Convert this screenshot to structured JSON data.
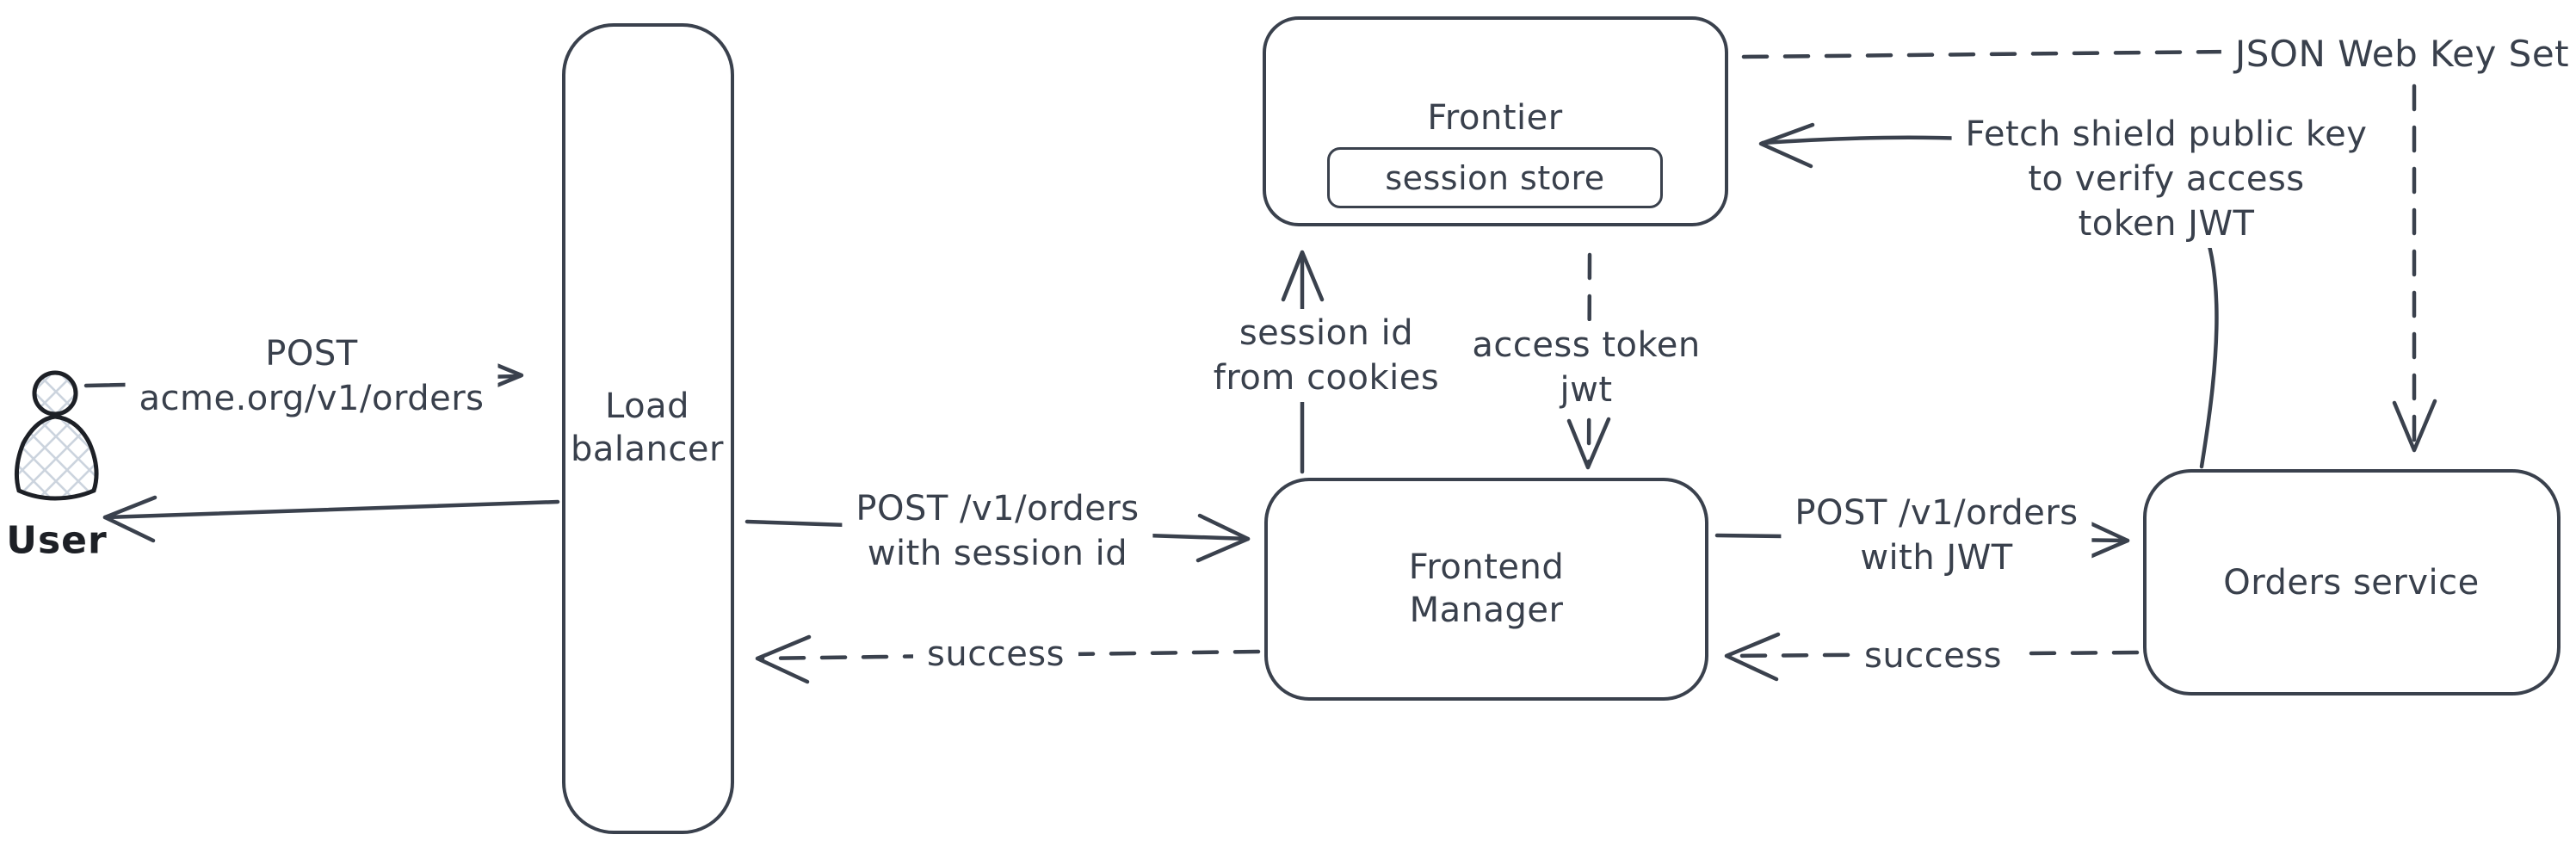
{
  "colors": {
    "stroke": "#3a414d",
    "text": "#39404c",
    "user-stroke": "#1d2026",
    "hatch": "#ccd4de",
    "label-bg": "#ffffff"
  },
  "nodes": {
    "user": {
      "label": "User"
    },
    "load_balancer": {
      "line1": "Load",
      "line2": "balancer"
    },
    "frontier": {
      "title": "Frontier",
      "store": "session store"
    },
    "frontend_manager": {
      "line1": "Frontend",
      "line2": "Manager"
    },
    "orders_service": {
      "label": "Orders service"
    }
  },
  "edges": {
    "user_to_lb": {
      "line1": "POST",
      "line2": "acme.org/v1/orders",
      "style": "solid"
    },
    "lb_to_user": {
      "style": "solid"
    },
    "lb_to_fm": {
      "line1": "POST /v1/orders",
      "line2": "with session id",
      "style": "solid"
    },
    "fm_to_lb": {
      "label": "success",
      "style": "dashed"
    },
    "fm_to_frontier": {
      "line1": "session id",
      "line2": "from cookies",
      "style": "solid"
    },
    "frontier_to_fm": {
      "line1": "access token",
      "line2": "jwt",
      "style": "dashed"
    },
    "fm_to_orders": {
      "line1": "POST /v1/orders",
      "line2": "with JWT",
      "style": "solid"
    },
    "orders_to_fm": {
      "label": "success",
      "style": "dashed"
    },
    "orders_to_frontier": {
      "line1": "Fetch shield public key",
      "line2": "to verify access",
      "line3": "token JWT",
      "style": "solid"
    },
    "frontier_to_jwks": {
      "label": "JSON Web Key Set",
      "style": "dashed"
    },
    "jwks_to_orders": {
      "style": "dashed"
    }
  }
}
